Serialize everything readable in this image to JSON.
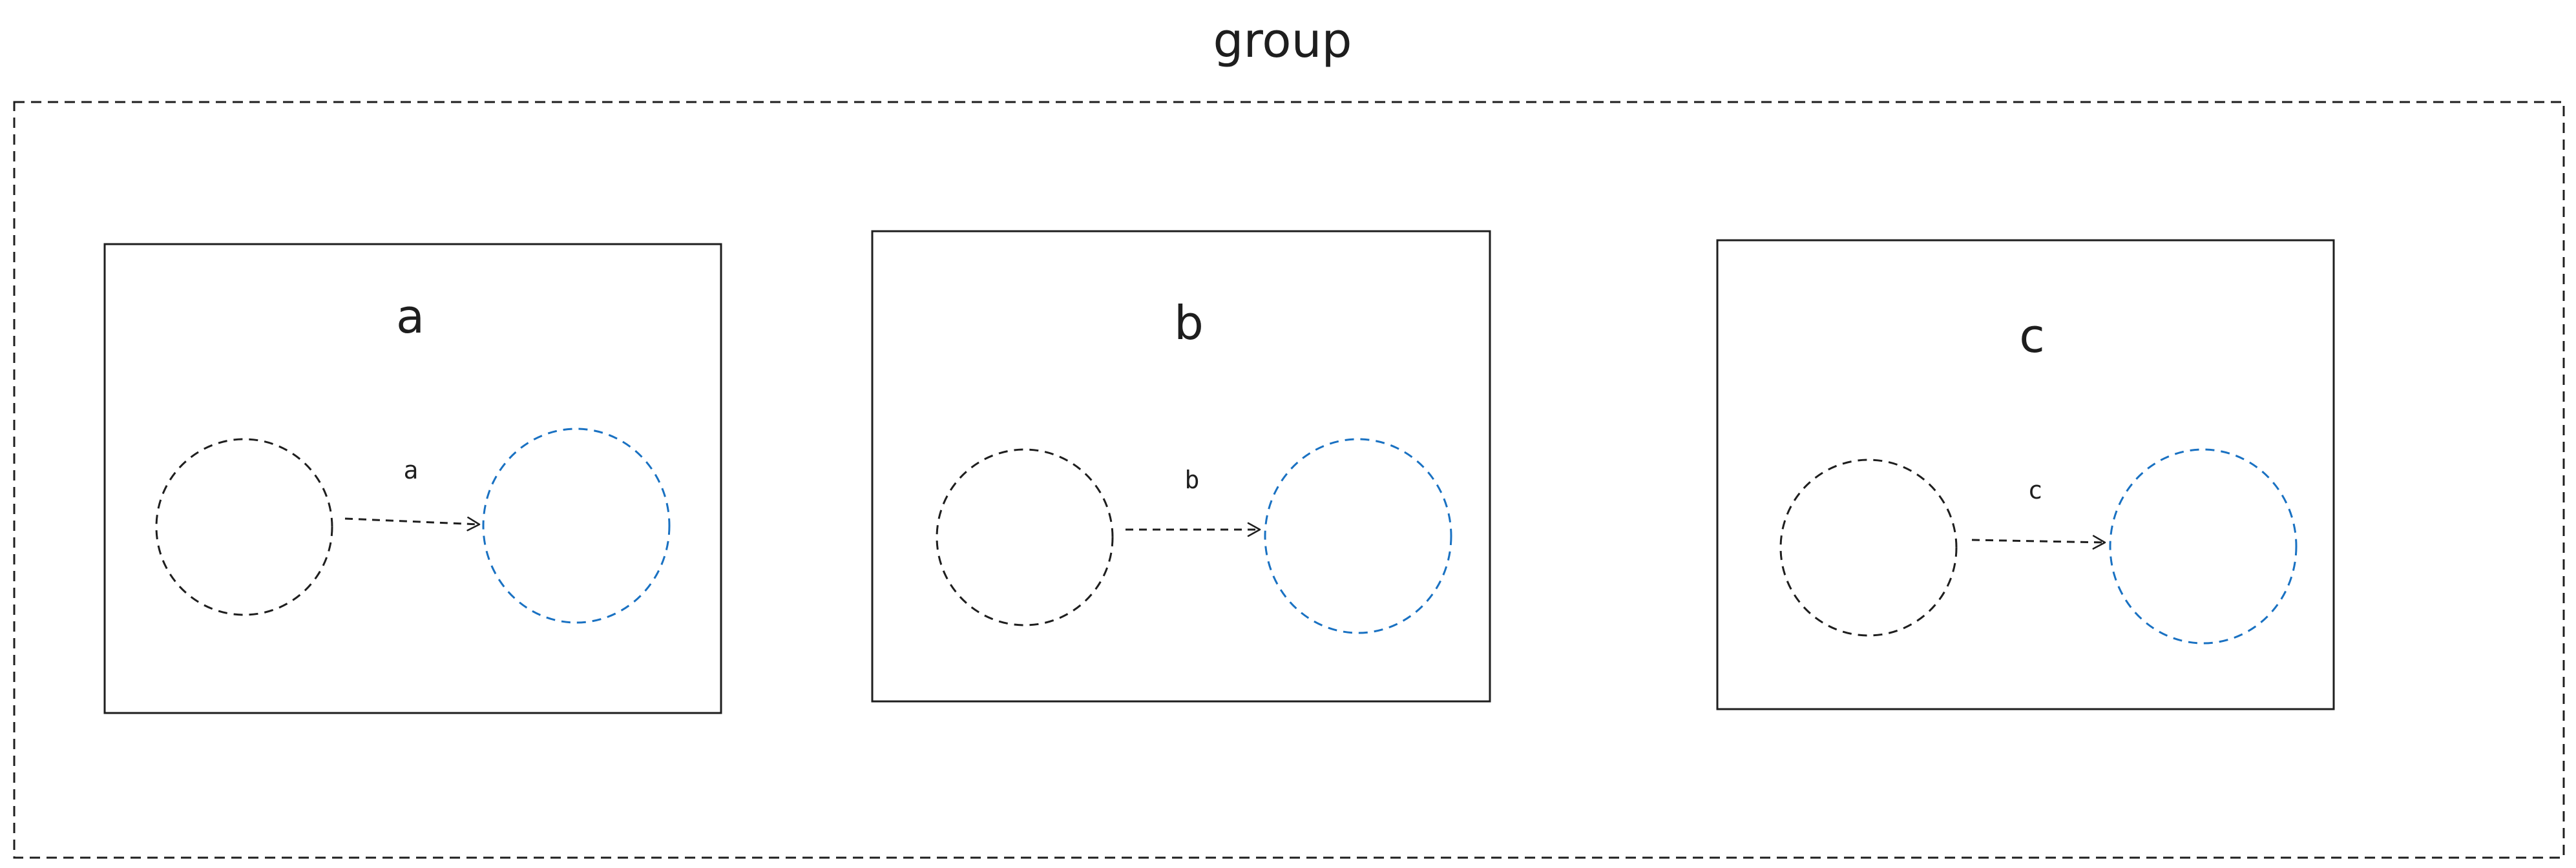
{
  "diagram": {
    "group_label": "group",
    "colors": {
      "stroke": "#1e1e1e",
      "target_node": "#1971c2",
      "background": "#ffffff"
    },
    "panels": [
      {
        "title": "a",
        "edge_label": "a"
      },
      {
        "title": "b",
        "edge_label": "b"
      },
      {
        "title": "c",
        "edge_label": "c"
      }
    ]
  }
}
